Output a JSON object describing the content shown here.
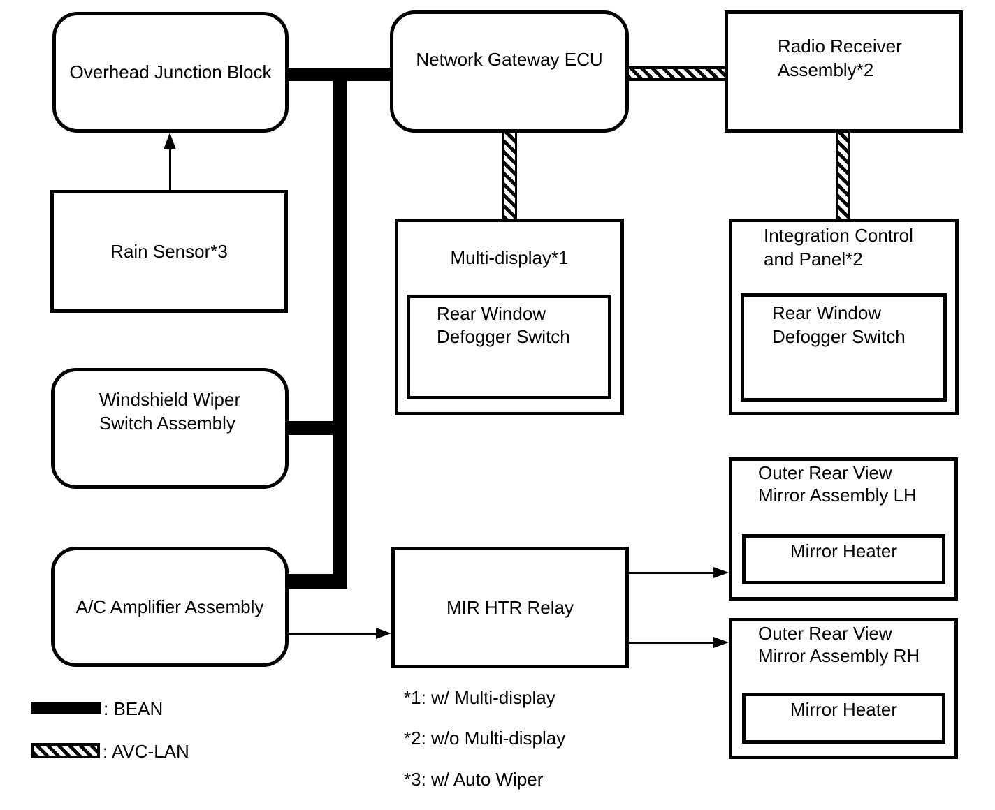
{
  "colors": {
    "line": "#000000",
    "background": "#ffffff"
  },
  "nodes": {
    "overhead_junction_block": {
      "label": "Overhead Junction Block"
    },
    "rain_sensor": {
      "label": "Rain Sensor*3"
    },
    "windshield_wiper_switch": {
      "lines": [
        "Windshield Wiper",
        "Switch Assembly"
      ]
    },
    "ac_amplifier": {
      "label": "A/C Amplifier Assembly"
    },
    "network_gateway_ecu": {
      "label": "Network Gateway ECU"
    },
    "multi_display": {
      "label": "Multi-display*1",
      "child": {
        "lines": [
          "Rear Window",
          "Defogger Switch"
        ]
      }
    },
    "radio_receiver": {
      "lines": [
        "Radio Receiver",
        "Assembly*2"
      ]
    },
    "integration_control_panel": {
      "lines": [
        "Integration Control",
        "and Panel*2"
      ],
      "child": {
        "lines": [
          "Rear Window",
          "Defogger Switch"
        ]
      }
    },
    "mir_htr_relay": {
      "label": "MIR HTR Relay"
    },
    "outer_mirror_lh": {
      "lines": [
        "Outer Rear View",
        "Mirror Assembly LH"
      ],
      "child": {
        "label": "Mirror Heater"
      }
    },
    "outer_mirror_rh": {
      "lines": [
        "Outer Rear View",
        "Mirror Assembly RH"
      ],
      "child": {
        "label": "Mirror Heater"
      }
    }
  },
  "buses": {
    "bean": {
      "style": "solid-black"
    },
    "avc_lan": {
      "style": "diagonal-hatch"
    }
  },
  "legend": {
    "bean_label": ": BEAN",
    "avc_lan_label": ": AVC-LAN"
  },
  "notes": [
    "*1: w/ Multi-display",
    "*2: w/o Multi-display",
    "*3: w/ Auto Wiper"
  ]
}
